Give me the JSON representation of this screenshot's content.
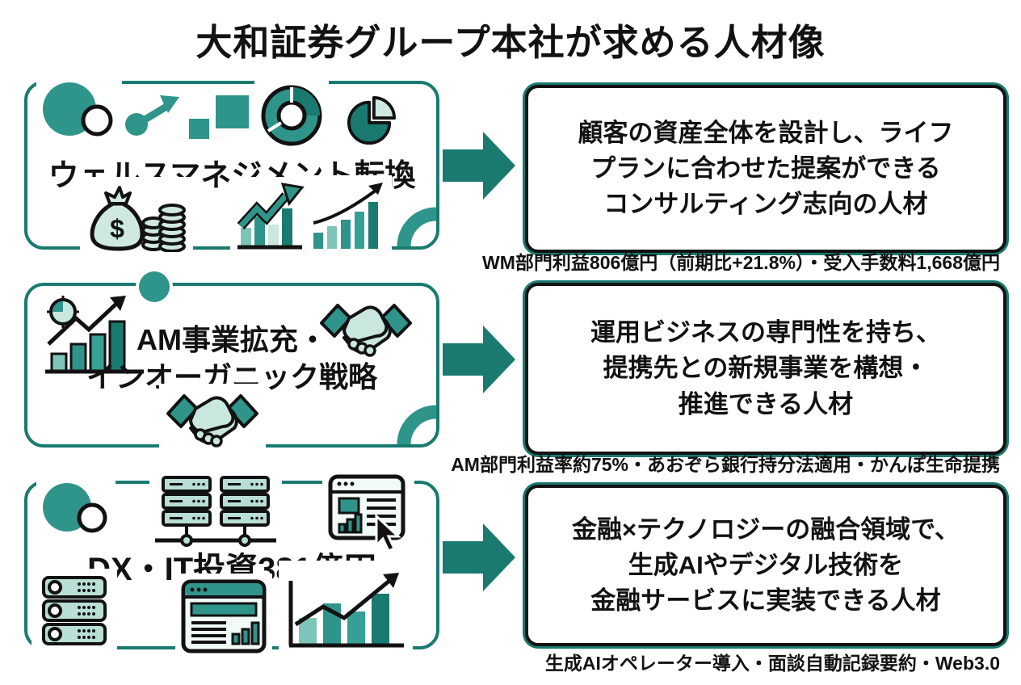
{
  "title": "大和証券グループ本社が求める人材像",
  "colors": {
    "teal_dark": "#1a7a70",
    "teal_mid": "#2f948a",
    "teal_light": "#c9e6df",
    "text_black": "#121212",
    "background": "#ffffff"
  },
  "rows": [
    {
      "label": "ウェルスマネジメント転換",
      "label_line2": "",
      "description_lines": [
        "顧客の資産全体を設計し、ライフ",
        "プランに合わせた提案ができる",
        "コンサルティング志向の人材"
      ],
      "caption": "WM部門利益806億円（前期比+21.8%）・受入手数料1,668億円",
      "icons": [
        "overlapping-circles-icon",
        "growth-dot-arrow-icon",
        "two-squares-icon",
        "donut-chart-icon",
        "pie-chart-icon",
        "money-bag-coins-icon",
        "bar-chart-zigzag-arrow-icon",
        "bar-chart-curve-arrow-icon",
        "quarter-ring-icon"
      ]
    },
    {
      "label": "AM事業拡充・",
      "label_line2": "インオーガニック戦略",
      "description_lines": [
        "運用ビジネスの専門性を持ち、",
        "提携先との新規事業を構想・",
        "推進できる人材"
      ],
      "caption": "AM部門利益率約75%・あおぞら銀行持分法適用・かんぽ生命提携",
      "icons": [
        "clock-bar-chart-icon",
        "handshake-icon",
        "handshake-icon",
        "accent-circle",
        "quarter-ring-icon"
      ]
    },
    {
      "label": "DX・IT投資381億円",
      "label_line2": "",
      "description_lines": [
        "金融×テクノロジーの融合領域で、",
        "生成AIやデジタル技術を",
        "金融サービスに実装できる人材"
      ],
      "caption": "生成AIオペレーター導入・面談自動記録要約・Web3.0",
      "icons": [
        "overlapping-circles-icon",
        "server-cluster-icon",
        "browser-cursor-icon",
        "server-rack-icon",
        "browser-report-icon",
        "bar-chart-trend-icon"
      ]
    }
  ]
}
